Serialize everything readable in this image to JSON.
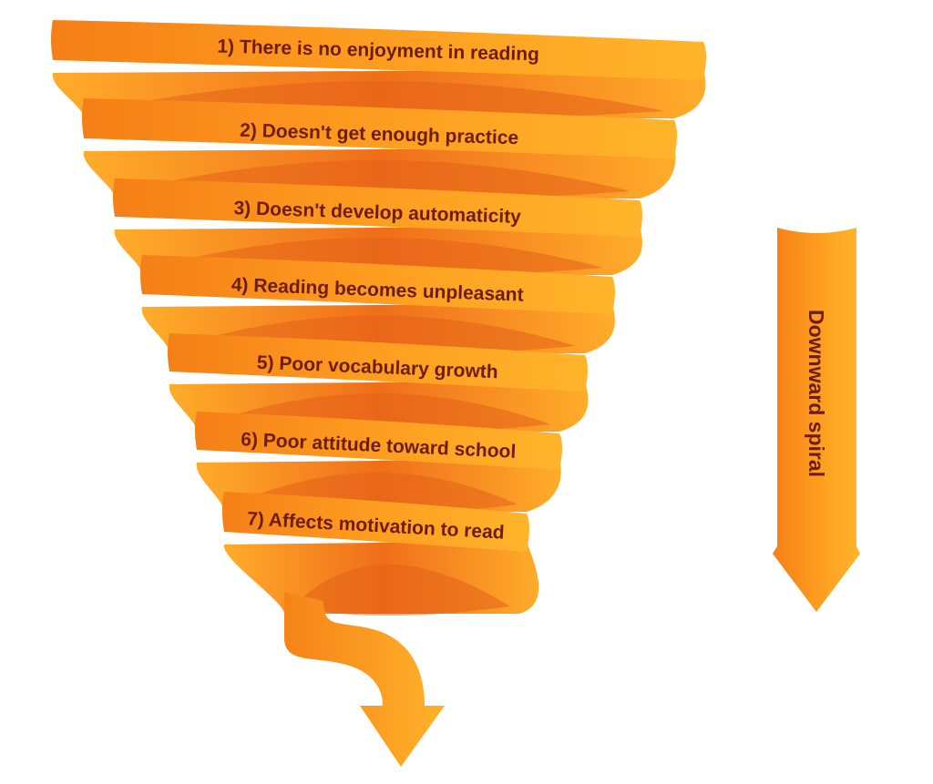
{
  "diagram": {
    "steps": [
      "1) There is no enjoyment in reading",
      "2) Doesn't get enough practice",
      "3) Doesn't develop automaticity",
      "4) Reading becomes unpleasant",
      "5) Poor vocabulary growth",
      "6) Poor attitude toward school",
      "7) Affects motivation to read"
    ],
    "side_arrow_label": "Downward spiral",
    "colors": {
      "ribbon_light": "#ffb22a",
      "ribbon_mid": "#fd9a1e",
      "ribbon_dark": "#f47a18",
      "ribbon_shadow": "#e8621a",
      "text": "#6e1d0c"
    }
  }
}
